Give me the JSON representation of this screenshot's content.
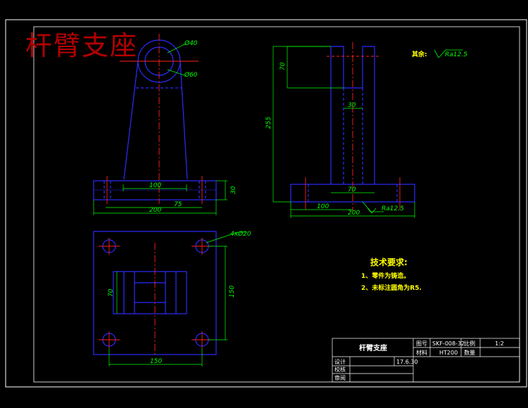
{
  "watermark": "杆臂支座",
  "dimensions": {
    "front": {
      "d40": "Ø40",
      "d60": "Ø60",
      "w100": "100",
      "w75": "75",
      "w200": "200",
      "h30": "30"
    },
    "side": {
      "h70": "70",
      "h255": "255",
      "w30": "30",
      "w70": "70",
      "w100": "100",
      "w200": "200",
      "roughness": "Ra12.5"
    },
    "top": {
      "holes": "4xØ20",
      "h70": "70",
      "h150": "150",
      "w150": "150"
    }
  },
  "surface_note": {
    "label": "其余:",
    "value": "Ra12.5"
  },
  "tech_requirements": {
    "title": "技术要求:",
    "items": [
      "1、零件为铸造。",
      "2、未标注圆角为R5."
    ]
  },
  "title_block": {
    "part_name": "杆臂支座",
    "drawing_no_label": "图号",
    "drawing_no": "SKF-008-32",
    "scale_label": "比例",
    "scale": "1:2",
    "material_label": "材料",
    "material": "HT200",
    "qty_label": "数量",
    "designer_label": "设计",
    "date": "17.6.30",
    "checker_label": "校核",
    "approver_label": "审阅"
  },
  "colors": {
    "background": "#000000",
    "outline": "#0000ff",
    "dimension": "#00ff00",
    "centerline": "#ff0000",
    "border": "#ffffff",
    "text": "#ffff00"
  }
}
